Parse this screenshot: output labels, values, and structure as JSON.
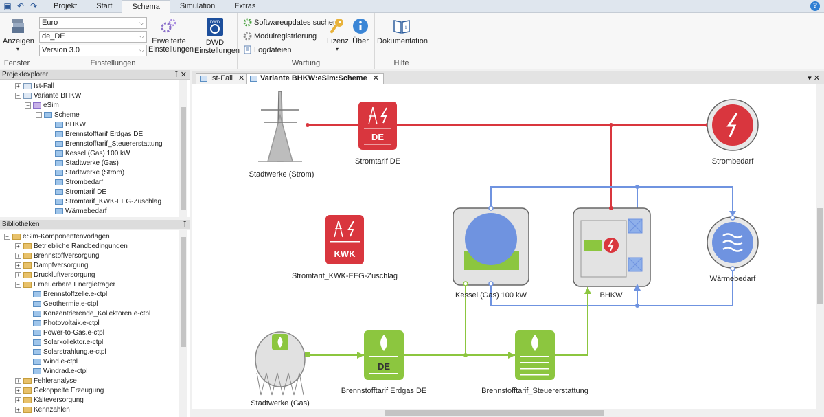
{
  "tabs": [
    "Projekt",
    "Start",
    "Schema",
    "Simulation",
    "Extras"
  ],
  "ribbon": {
    "fenster": {
      "anzeigen": "Anzeigen",
      "label": "Fenster"
    },
    "einstellungen": {
      "currency": "Euro",
      "locale": "de_DE",
      "version": "Version 3.0",
      "erweiterte": "Erweiterte Einstellungen",
      "label": "Einstellungen"
    },
    "dwd": {
      "btn": "DWD Einstellungen",
      "badge": "DWD"
    },
    "wartung": {
      "updates": "Softwareupdates suchen",
      "module": "Modulregistrierung",
      "logs": "Logdateien",
      "lizenz": "Lizenz",
      "ueber": "Über",
      "label": "Wartung"
    },
    "hilfe": {
      "doku": "Dokumentation",
      "label": "Hilfe"
    }
  },
  "projektexplorer": {
    "title": "Projektexplorer",
    "items": [
      "Ist-Fall",
      "Variante BHKW",
      "eSim",
      "Scheme",
      "BHKW",
      "Brennstofftarif Erdgas DE",
      "Brennstofftarif_Steuererstattung",
      "Kessel (Gas) 100 kW",
      "Stadtwerke (Gas)",
      "Stadtwerke (Strom)",
      "Strombedarf",
      "Stromtarif DE",
      "Stromtarif_KWK-EEG-Zuschlag",
      "Wärmebedarf"
    ]
  },
  "bibliotheken": {
    "title": "Bibliotheken",
    "items": [
      "eSim-Komponentenvorlagen",
      "Betriebliche Randbedingungen",
      "Brennstoffversorgung",
      "Dampfversorgung",
      "Druckluftversorgung",
      "Erneuerbare Energieträger",
      "Brennstoffzelle.e-ctpl",
      "Geothermie.e-ctpl",
      "Konzentrierende_Kollektoren.e-ctpl",
      "Photovoltaik.e-ctpl",
      "Power-to-Gas.e-ctpl",
      "Solarkollektor.e-ctpl",
      "Solarstrahlung.e-ctpl",
      "Wind.e-ctpl",
      "Windrad.e-ctpl",
      "Fehleranalyse",
      "Gekoppelte Erzeugung",
      "Kälteversorgung",
      "Kennzahlen"
    ]
  },
  "doctabs": [
    "Ist-Fall",
    "Variante BHKW:eSim:Scheme"
  ],
  "schema": {
    "stadtwerke_strom": "Stadtwerke (Strom)",
    "stromtarif_de": "Stromtarif DE",
    "strombedarf": "Strombedarf",
    "kwk_tarif": "Stromtarif_KWK-EEG-Zuschlag",
    "kessel": "Kessel (Gas) 100 kW",
    "bhkw": "BHKW",
    "waermebedarf": "Wärmebedarf",
    "stadtwerke_gas": "Stadtwerke (Gas)",
    "brennstoff_de": "Brennstofftarif Erdgas DE",
    "brennstoff_steuer": "Brennstofftarif_Steuererstattung",
    "de_badge": "DE",
    "kwk_badge": "KWK"
  },
  "colors": {
    "power": "#d9363e",
    "heat": "#6f93e0",
    "gas": "#8cc63f"
  }
}
